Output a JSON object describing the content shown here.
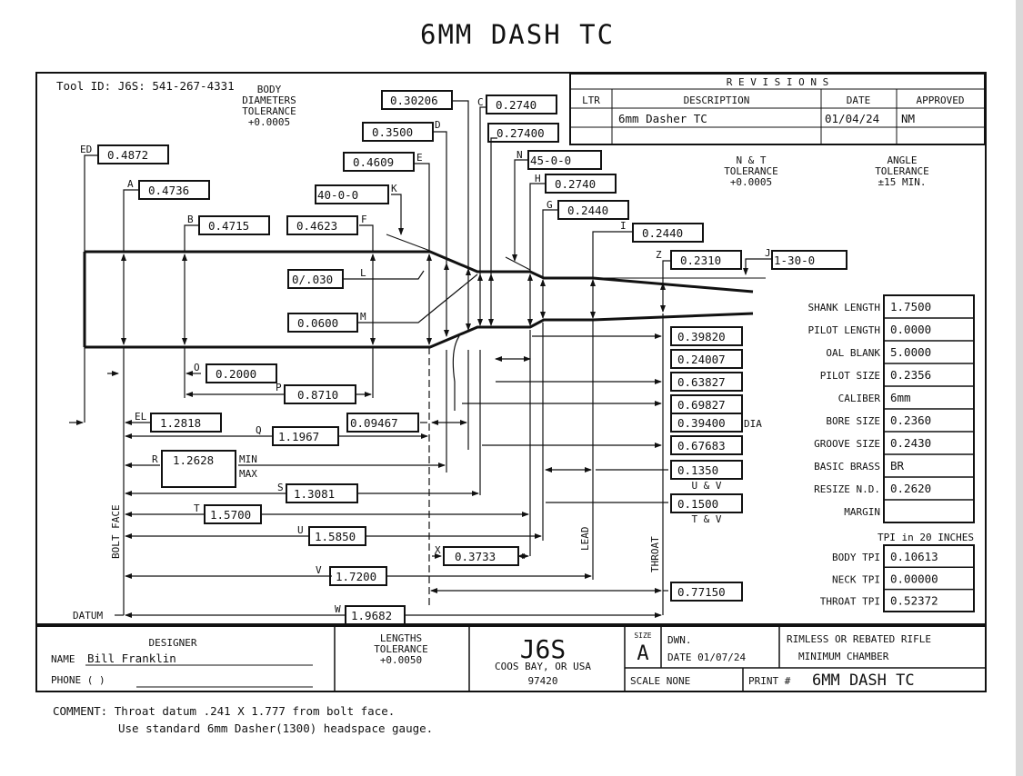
{
  "header": {
    "tool_id": "Tool ID: J6S: 541-267-4331",
    "title": "6MM DASH TC"
  },
  "notes": {
    "body_tol": [
      "BODY",
      "DIAMETERS",
      "TOLERANCE",
      "+0.0005"
    ],
    "nt_tol": [
      "N & T",
      "TOLERANCE",
      "+0.0005"
    ],
    "angle_tol": [
      "ANGLE",
      "TOLERANCE",
      "±15 MIN."
    ],
    "lengths_tol": [
      "LENGTHS",
      "TOLERANCE",
      "+0.0050"
    ]
  },
  "revisions": {
    "title": "R E V I S I O N S",
    "headers": [
      "LTR",
      "DESCRIPTION",
      "DATE",
      "APPROVED"
    ],
    "rows": [
      {
        "ltr": "",
        "description": "6mm Dasher TC",
        "date": "01/04/24",
        "approved": "NM"
      },
      {
        "ltr": "",
        "description": "",
        "date": "",
        "approved": ""
      }
    ]
  },
  "dims": {
    "ED": "0.4872",
    "A": "0.4736",
    "B": "0.4715",
    "F": "0.4623",
    "E": "0.4609",
    "K": "40-0-0",
    "D": "0.3500",
    "D_top": "0.30206",
    "C": "0.2740",
    "C2": "0.27400",
    "N": "45-0-0",
    "H": "0.2740",
    "G": "0.2440",
    "I": "0.2440",
    "Z": "0.2310",
    "J": "1-30-0",
    "L": "0/.030",
    "M": "0.0600",
    "O": "0.2000",
    "P": "0.8710",
    "EL": "1.2818",
    "Q": "1.1967",
    "Q2": "0.09467",
    "R": "1.2628",
    "S": "1.3081",
    "T": "1.5700",
    "U": "1.5850",
    "X": "0.3733",
    "V": "1.7200",
    "W": "1.9682"
  },
  "dim_letters": {
    "ED": "ED",
    "A": "A",
    "B": "B",
    "F": "F",
    "E": "E",
    "K": "K",
    "D": "D",
    "C": "C",
    "N": "N",
    "H": "H",
    "G": "G",
    "I": "I",
    "Z": "Z",
    "J": "J",
    "L": "L",
    "M": "M",
    "O": "O",
    "P": "P",
    "EL": "EL",
    "Q": "Q",
    "R": "R",
    "S": "S",
    "T": "T",
    "U": "U",
    "X": "X",
    "V": "V",
    "W": "W"
  },
  "r_labels": {
    "min": "MIN",
    "max": "MAX"
  },
  "right_values": [
    "0.39820",
    "0.24007",
    "0.63827",
    "0.69827",
    "0.39400",
    "0.67683",
    "0.1350",
    "0.1500",
    "0.77150"
  ],
  "right_sub": {
    "dia": "DIA",
    "uv": "U & V",
    "tv": "T & V"
  },
  "vertical_labels": {
    "bolt_face": "BOLT FACE",
    "lead": "LEAD",
    "throat": "THROAT",
    "datum": "DATUM"
  },
  "specs": [
    {
      "label": "SHANK LENGTH",
      "value": "1.7500"
    },
    {
      "label": "PILOT LENGTH",
      "value": "0.0000"
    },
    {
      "label": "OAL BLANK",
      "value": "5.0000"
    },
    {
      "label": "PILOT SIZE",
      "value": "0.2356"
    },
    {
      "label": "CALIBER",
      "value": "6mm"
    },
    {
      "label": "BORE SIZE",
      "value": "0.2360"
    },
    {
      "label": "GROOVE SIZE",
      "value": "0.2430"
    },
    {
      "label": "BASIC BRASS",
      "value": "BR"
    },
    {
      "label": "RESIZE N.D.",
      "value": "0.2620"
    },
    {
      "label": "MARGIN",
      "value": ""
    }
  ],
  "tpi": {
    "header": "TPI in 20 INCHES",
    "rows": [
      {
        "label": "BODY TPI",
        "value": "0.10613"
      },
      {
        "label": "NECK TPI",
        "value": "0.00000"
      },
      {
        "label": "THROAT TPI",
        "value": "0.52372"
      }
    ]
  },
  "titleblock": {
    "designer_label": "DESIGNER",
    "name_label": "NAME",
    "name_value": "Bill Franklin",
    "phone_label": "PHONE (     )",
    "company": "J6S",
    "city": "COOS BAY, OR USA",
    "zip": "97420",
    "size_label": "SIZE",
    "size_value": "A",
    "dwn": "DWN.",
    "date": "DATE 01/07/24",
    "desc1": "RIMLESS OR REBATED RIFLE",
    "desc2": "MINIMUM CHAMBER",
    "scale": "SCALE  NONE",
    "print_label": "PRINT #",
    "print_value": "6MM DASH TC"
  },
  "comment": {
    "line1": "COMMENT: Throat datum .241 X 1.777 from bolt face.",
    "line2": "Use standard 6mm Dasher(1300) headspace gauge."
  }
}
